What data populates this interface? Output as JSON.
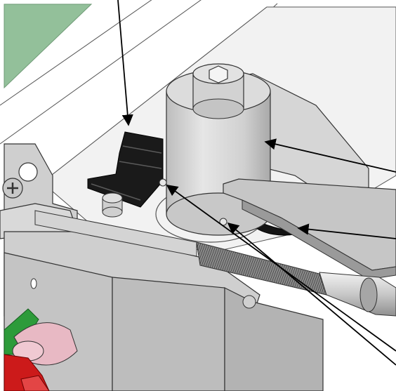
{
  "figure": {
    "kind": "3D CAD rendering, mechanical assembly close-up",
    "has_text": false,
    "callout_arrow_count": 5
  },
  "colors": {
    "background": "#ffffff",
    "board_green": "#93c09a",
    "metal_light": "#d9d9d9",
    "metal_mid": "#c2c2c2",
    "metal_dark": "#8c8c8c",
    "black_part": "#1a1a1a",
    "pink_part": "#e8b9c4",
    "red_part": "#cc1a1a",
    "green_pcb": "#2d9b3a",
    "outline": "#000000",
    "arrow": "#000000"
  },
  "parts": [
    {
      "id": "green-board",
      "icon": "pcb-panel"
    },
    {
      "id": "base-plate",
      "icon": "metal-plate"
    },
    {
      "id": "bracket",
      "icon": "metal-bracket"
    },
    {
      "id": "cylinder-boss",
      "icon": "hex-socket-cylinder"
    },
    {
      "id": "lever-arm",
      "icon": "flat-lever"
    },
    {
      "id": "black-block",
      "icon": "ribbed-block"
    },
    {
      "id": "round-pin",
      "icon": "small-pin"
    },
    {
      "id": "screw-head",
      "icon": "phillips-screw"
    },
    {
      "id": "file-tool",
      "icon": "hand-file"
    },
    {
      "id": "black-cam",
      "icon": "half-disc"
    },
    {
      "id": "housing",
      "icon": "metal-housing"
    },
    {
      "id": "pink-connector",
      "icon": "connector"
    },
    {
      "id": "red-connector",
      "icon": "connector"
    }
  ]
}
